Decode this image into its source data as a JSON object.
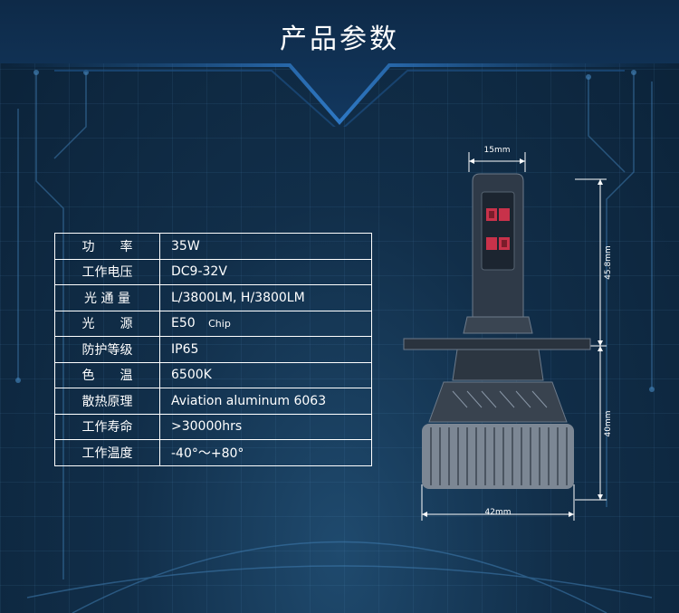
{
  "title": "产品参数",
  "specs": [
    {
      "label": "功　　率",
      "value": "35W"
    },
    {
      "label": "工作电压",
      "value": "DC9-32V"
    },
    {
      "label": "光 通 量",
      "value": "L/3800LM, H/3800LM"
    },
    {
      "label": "光　　源",
      "value": "E50",
      "value_extra": "Chip"
    },
    {
      "label": "防护等级",
      "value": "IP65"
    },
    {
      "label": "色　　温",
      "value": "6500K"
    },
    {
      "label": "散热原理",
      "value": "Aviation aluminum 6063"
    },
    {
      "label": "工作寿命",
      "value": ">30000hrs"
    },
    {
      "label": "工作温度",
      "value": "-40°～+80°"
    }
  ],
  "dimensions": {
    "top_width": "15mm",
    "upper_height": "45.8mm",
    "lower_height": "40mm",
    "bottom_width": "42mm"
  }
}
